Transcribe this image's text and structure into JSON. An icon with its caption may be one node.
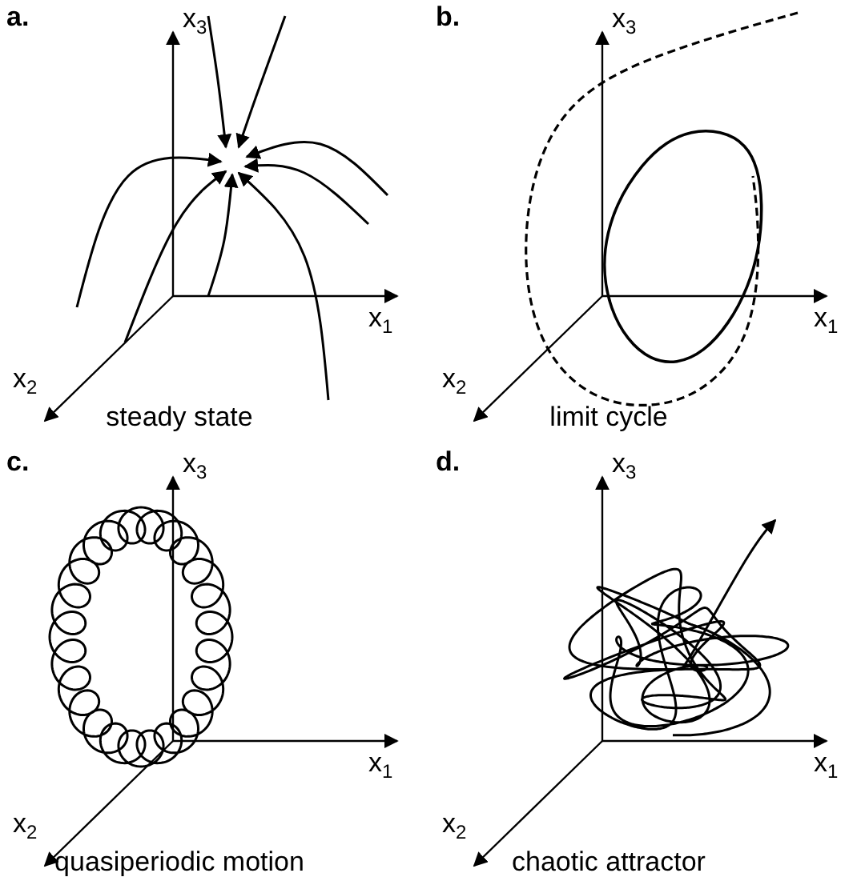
{
  "diagram": {
    "labels": [
      "a.",
      "x$_{3}$",
      "x$_{1}$",
      "x$_{2}$",
      "steady state",
      "b.",
      "x$_{3}$",
      "x$_{1}$",
      "x$_{2}$",
      "limit cycle",
      "c.",
      "x$_{3}$",
      "x$_{1}$",
      "x$_{2}$",
      "quasiperiodic motion",
      "d.",
      "x$_{3}$",
      "x$_{1}$",
      "x$_{2}$",
      "chaotic attractor"
    ]
  }
}
